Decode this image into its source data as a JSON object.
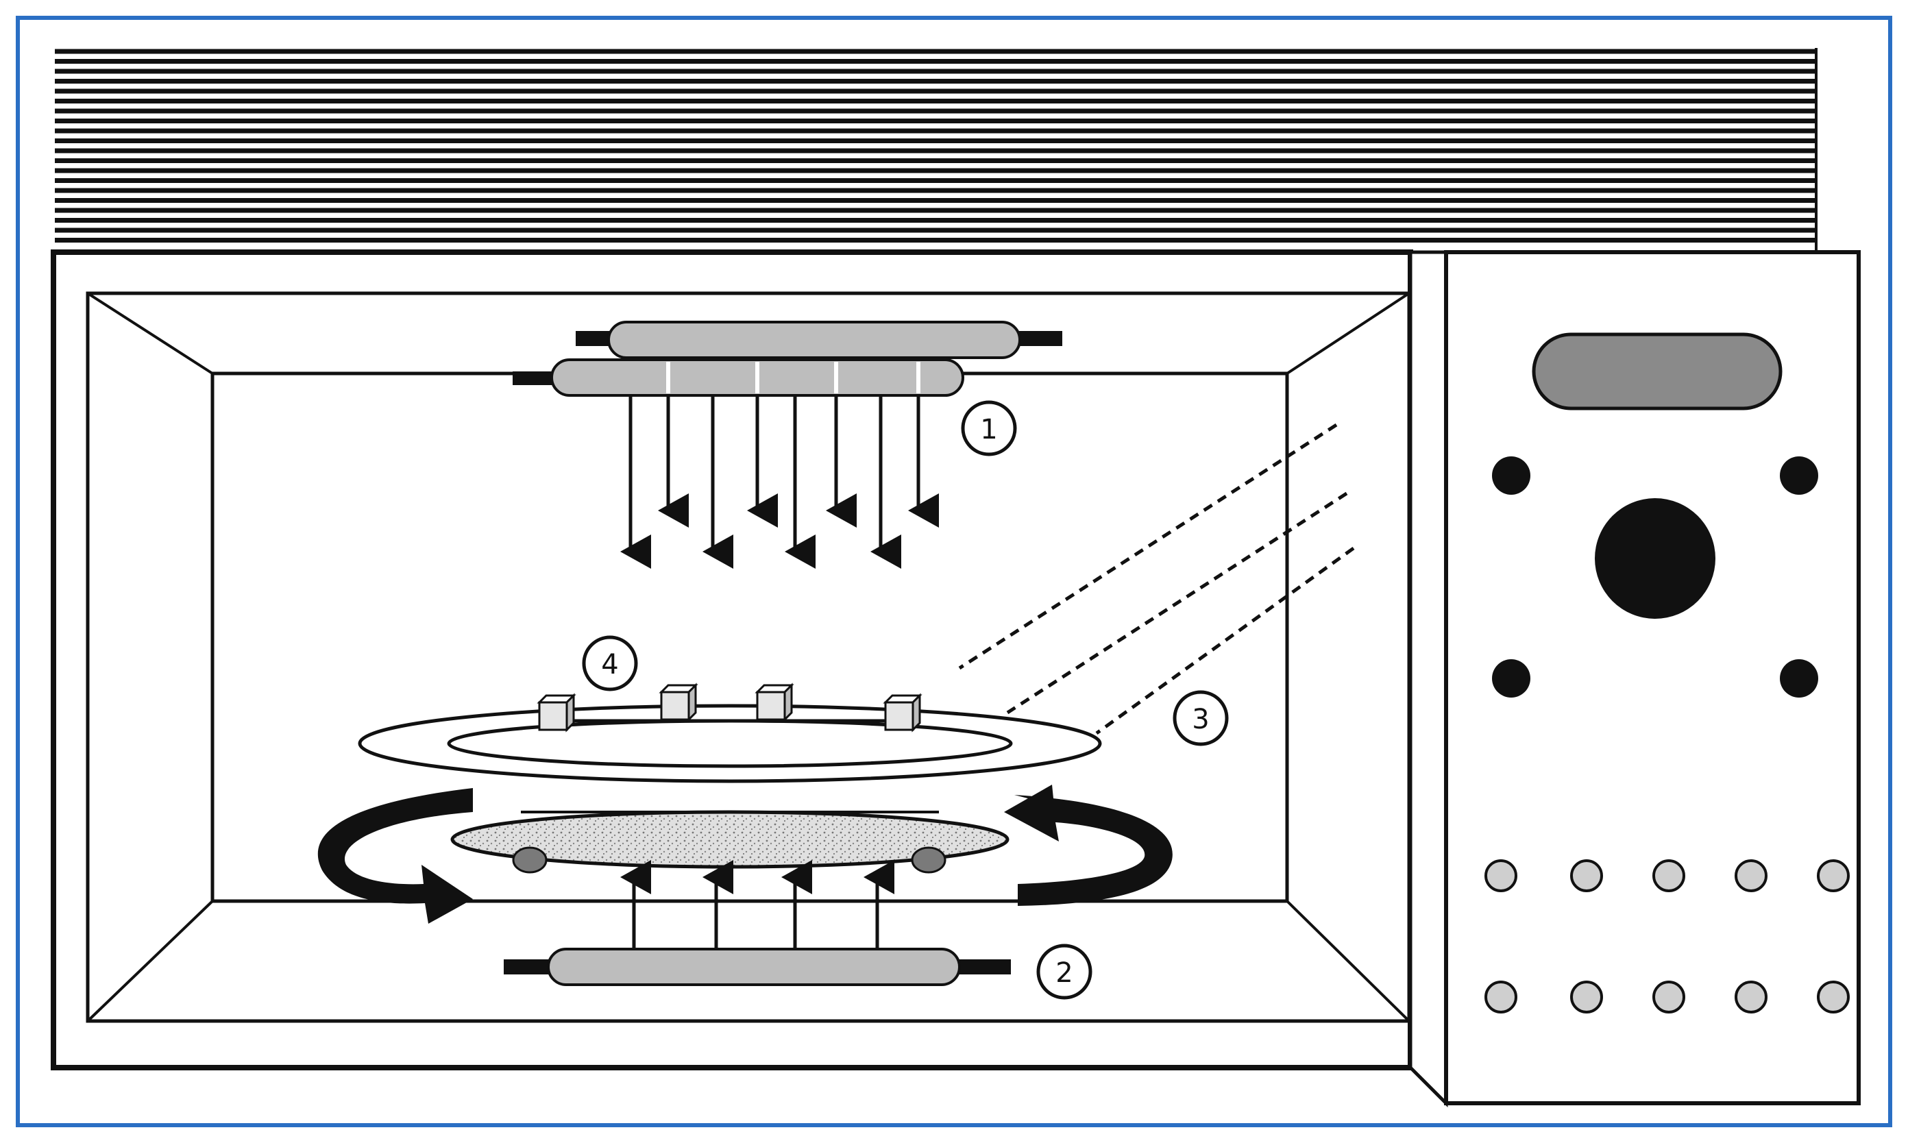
{
  "diagram": {
    "labels": {
      "upper_heater": "1",
      "lower_heater": "2",
      "turntable": "3",
      "food_items": "4"
    },
    "colors": {
      "frame": "#2a6fc4",
      "ink": "#111111",
      "heater_fill": "#bdbdbd",
      "display_fill": "#8a8a8a",
      "tray_fill": "#d9d9d9",
      "food_fill": "#e6e6e6"
    },
    "icons": {
      "vent": "vent-grille",
      "heater": "heating-element",
      "rotation": "rotation-arrow",
      "control_panel": "control-panel"
    }
  }
}
